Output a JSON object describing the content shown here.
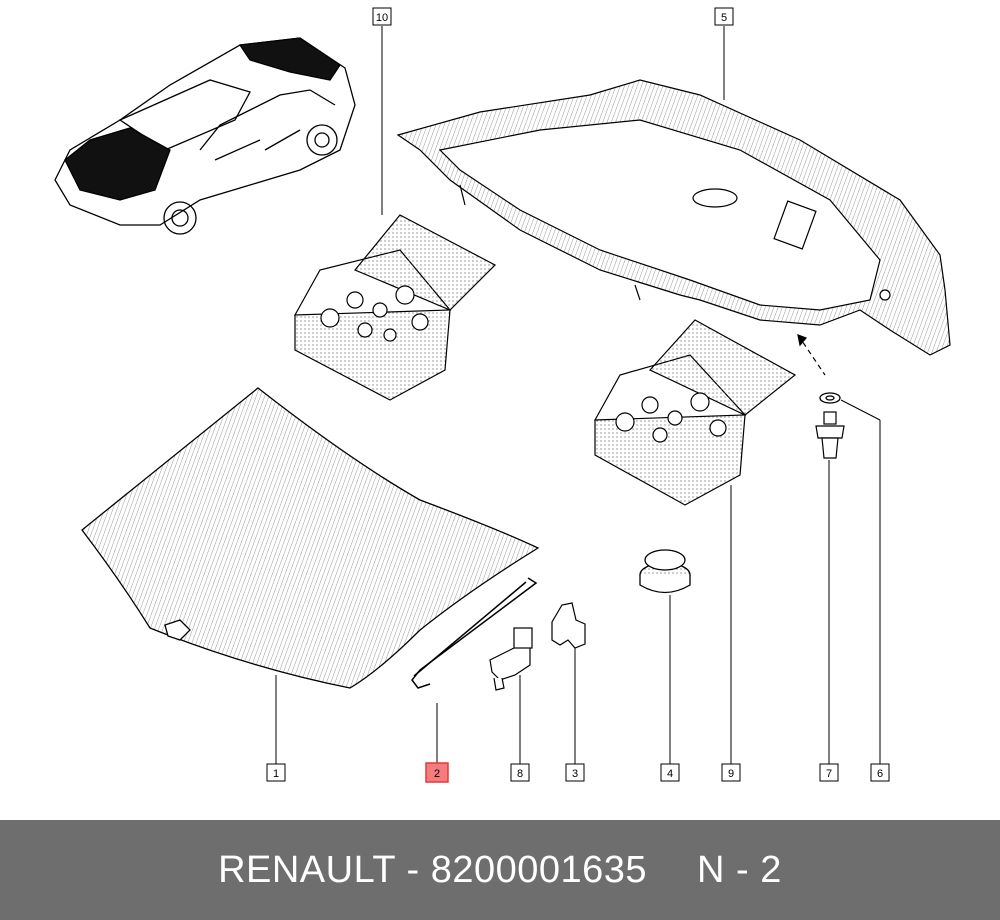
{
  "callouts": [
    {
      "id": "1",
      "label": "1",
      "highlighted": false
    },
    {
      "id": "2",
      "label": "2",
      "highlighted": true
    },
    {
      "id": "3",
      "label": "3",
      "highlighted": false
    },
    {
      "id": "4",
      "label": "4",
      "highlighted": false
    },
    {
      "id": "5",
      "label": "5",
      "highlighted": false
    },
    {
      "id": "6",
      "label": "6",
      "highlighted": false
    },
    {
      "id": "7",
      "label": "7",
      "highlighted": false
    },
    {
      "id": "8",
      "label": "8",
      "highlighted": false
    },
    {
      "id": "9",
      "label": "9",
      "highlighted": false
    },
    {
      "id": "10",
      "label": "10",
      "highlighted": false
    }
  ],
  "colors": {
    "highlight_fill": "#f47c7c",
    "highlight_stroke": "#e23a3a",
    "footer_bg": "#6e6e6e",
    "footer_text": "#ffffff",
    "line": "#000000"
  },
  "footer": {
    "part_text": "RENAULT - 8200001635",
    "ref_text": "N - 2"
  }
}
